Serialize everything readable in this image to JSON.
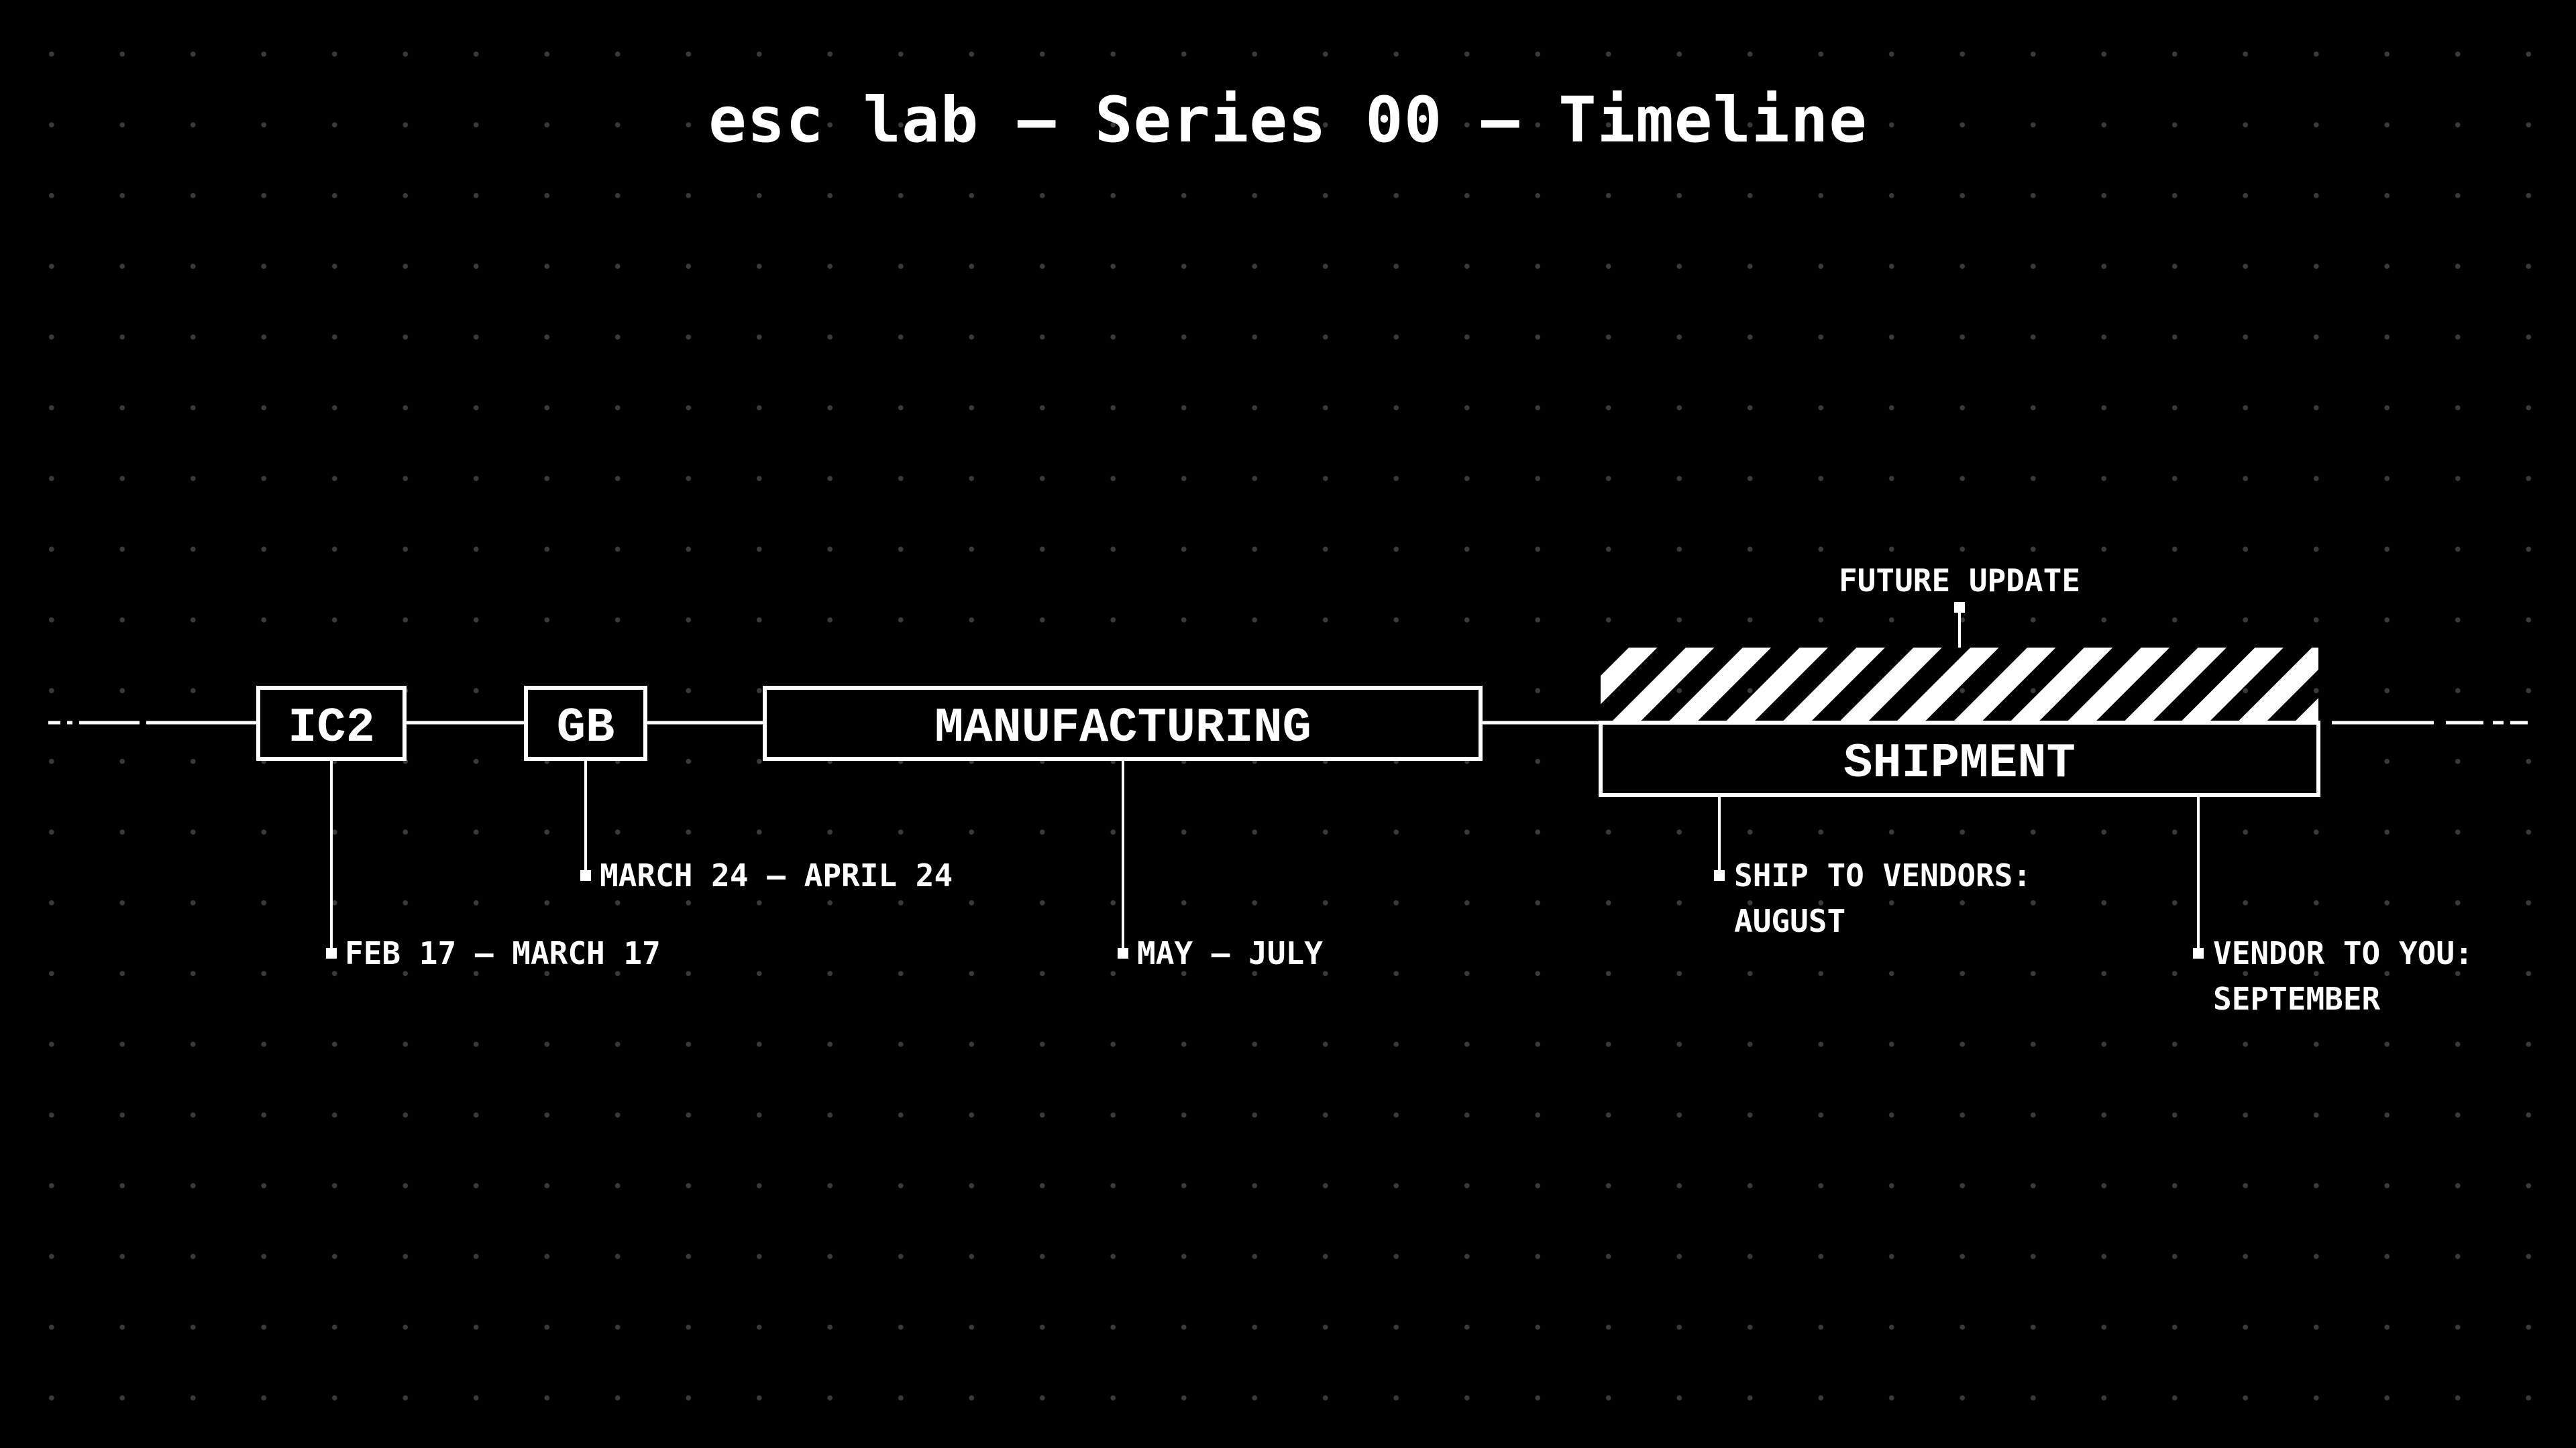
{
  "title": "esc lab — Series 00 — Timeline",
  "stages": {
    "ic2": {
      "label": "IC2",
      "date": "FEB 17 – MARCH 17"
    },
    "gb": {
      "label": "GB",
      "date": "MARCH 24 – APRIL 24"
    },
    "manufacturing": {
      "label": "MANUFACTURING",
      "date": "MAY – JULY"
    },
    "shipment": {
      "label": "SHIPMENT",
      "future_note": "FUTURE UPDATE",
      "ship_to_vendors": [
        "SHIP TO VENDORS:",
        "AUGUST"
      ],
      "vendor_to_you": [
        "VENDOR TO YOU:",
        "SEPTEMBER"
      ]
    }
  },
  "colors": {
    "background": "#000000",
    "foreground": "#ffffff",
    "grid_dot": "#3a3a3a"
  }
}
